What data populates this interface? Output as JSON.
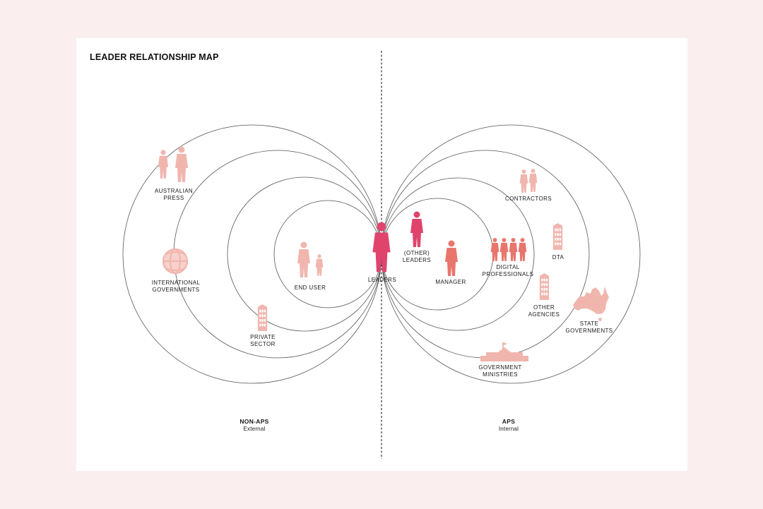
{
  "title": "LEADER RELATIONSHIP MAP",
  "colors": {
    "background": "#fbeeee",
    "card": "#ffffff",
    "light_pink": "#f0b6ae",
    "mid_pink": "#e8766c",
    "dark_pink": "#e0446d",
    "rings": "#555555"
  },
  "sections": {
    "left": {
      "title": "NON-APS",
      "subtitle": "External"
    },
    "right": {
      "title": "APS",
      "subtitle": "Internal"
    }
  },
  "center": {
    "label": "LEADERS",
    "icon": "person-icon"
  },
  "nodes": {
    "australian_press": {
      "lines": [
        "AUSTRALIAN",
        "PRESS"
      ],
      "icon": "people-icon"
    },
    "international_governments": {
      "lines": [
        "INTERNATIONAL",
        "GOVERNMENTS"
      ],
      "icon": "globe-icon"
    },
    "private_sector": {
      "lines": [
        "PRIVATE",
        "SECTOR"
      ],
      "icon": "building-icon"
    },
    "end_user": {
      "lines": [
        "END USER"
      ],
      "icon": "adult-child-icon"
    },
    "other_leaders": {
      "lines": [
        "(OTHER)",
        "LEADERS"
      ],
      "icon": "person-icon"
    },
    "manager": {
      "lines": [
        "MANAGER"
      ],
      "icon": "person-icon"
    },
    "digital_professionals": {
      "lines": [
        "DIGITAL",
        "PROFESSIONALS"
      ],
      "icon": "group-icon"
    },
    "contractors": {
      "lines": [
        "CONTRACTORS"
      ],
      "icon": "people-icon"
    },
    "dta": {
      "lines": [
        "DTA"
      ],
      "icon": "building-icon"
    },
    "other_agencies": {
      "lines": [
        "OTHER",
        "AGENCIES"
      ],
      "icon": "building-icon"
    },
    "state_governments": {
      "lines": [
        "STATE",
        "GOVERNMENTS"
      ],
      "icon": "australia-map-icon"
    },
    "government_ministries": {
      "lines": [
        "GOVERNMENT",
        "MINISTRIES"
      ],
      "icon": "parliament-icon"
    }
  }
}
